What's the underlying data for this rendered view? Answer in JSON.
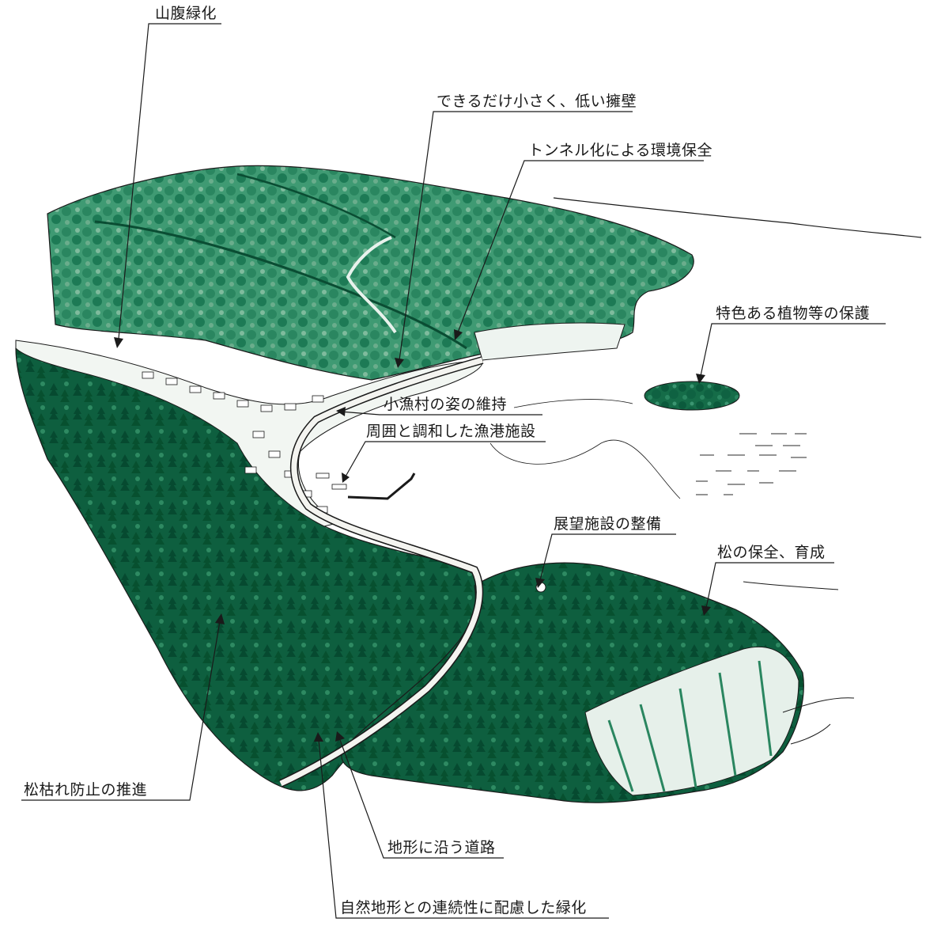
{
  "annotations": {
    "hillside_greening": "山腹緑化",
    "low_retaining_wall": "できるだけ小さく、低い擁壁",
    "tunnel_environment": "トンネル化による環境保全",
    "plant_protection": "特色ある植物等の保護",
    "fishing_village": "小漁村の姿の維持",
    "harbor_facility": "周囲と調和した漁港施設",
    "observation_facility": "展望施設の整備",
    "pine_conservation": "松の保全、育成",
    "pine_wilt_prevention": "松枯れ防止の推進",
    "terrain_road": "地形に沿う道路",
    "continuous_greening": "自然地形との連続性に配慮した緑化"
  },
  "colors": {
    "forest_dark": "#0b5a3c",
    "forest_mid": "#1d7a55",
    "forest_light": "#5fa583",
    "line": "#1a1a1a",
    "road": "#f4f4f0"
  }
}
